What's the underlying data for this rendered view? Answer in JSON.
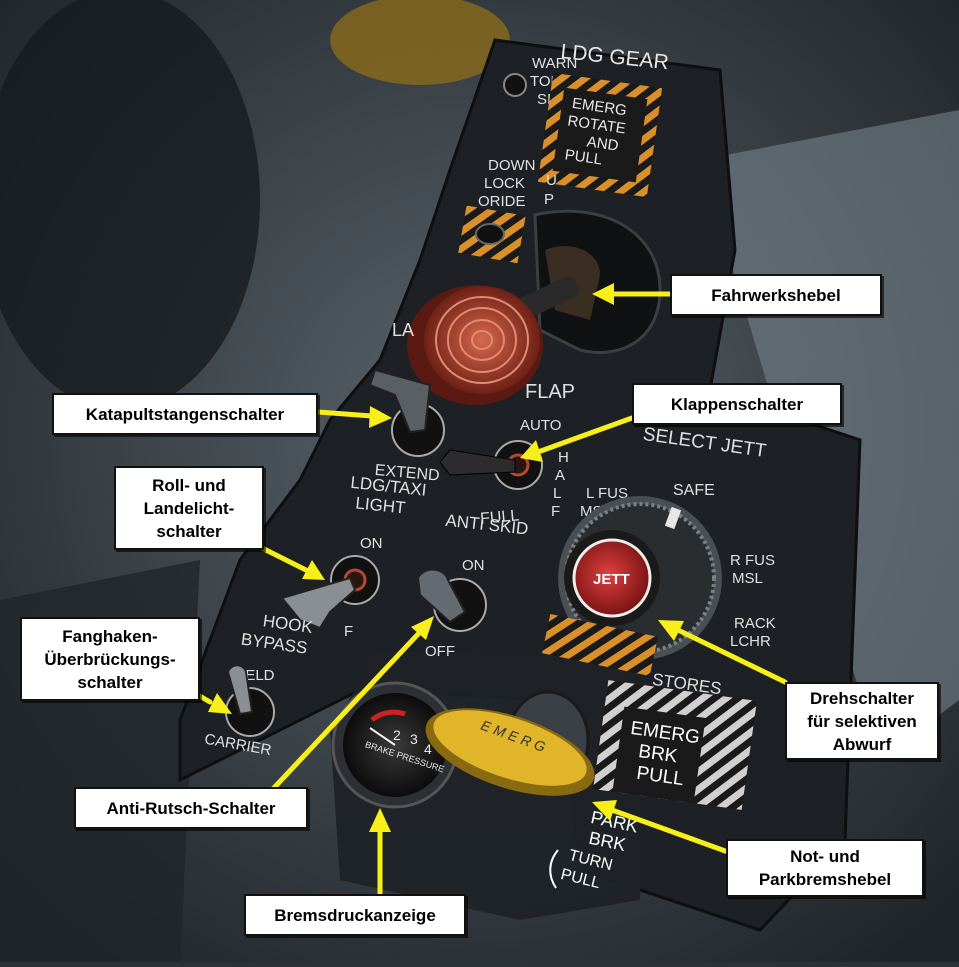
{
  "panel": {
    "title": "LDG GEAR",
    "warn_tone_sil": [
      "WARN",
      "TONE",
      "SIL"
    ],
    "emerg_rotate_pull": [
      "EMERG",
      "ROTATE",
      "AND",
      "PULL"
    ],
    "down_lock_oride": [
      "DOWN",
      "LOCK",
      "ORIDE"
    ],
    "up": [
      "U",
      "P"
    ],
    "launch_bar_partial": "LA",
    "extend": "EXTEND",
    "flap": "FLAP",
    "flap_auto": "AUTO",
    "flap_half": [
      "H",
      "A",
      "L",
      "F"
    ],
    "flap_full": "FULL",
    "ldg_taxi_light": [
      "LDG/TAXI",
      "LIGHT"
    ],
    "light_on": "ON",
    "light_off_partial": "F",
    "anti_skid": "ANTI SKID",
    "anti_skid_on": "ON",
    "anti_skid_off": "OFF",
    "select_jett": "SELECT JETT",
    "safe": "SAFE",
    "l_fus_msl": [
      "L FUS",
      "MSL"
    ],
    "r_fus_msl": [
      "R FUS",
      "MSL"
    ],
    "rack_lchr": [
      "RACK",
      "LCHR"
    ],
    "stores": "STORES",
    "jett_button": "JETT",
    "hook_bypass": [
      "HOOK",
      "BYPASS"
    ],
    "field": "FIELD",
    "carrier": "CARRIER",
    "brake_gauge_label": "BRAKE PRESSURE",
    "brake_gauge_ticks": [
      "2",
      "3",
      "4"
    ],
    "emerg_handle_text": "EMERG",
    "emerg_brk_pull": [
      "EMERG",
      "BRK",
      "PULL"
    ],
    "park_brk": [
      "PARK",
      "BRK"
    ],
    "turn_pull": [
      "TURN",
      "PULL"
    ]
  },
  "callouts": {
    "gear_handle": "Fahrwerkshebel",
    "launch_bar": "Katapultstangenschalter",
    "flap": "Klappenschalter",
    "lights": "Roll- und\nLandelicht-\nschalter",
    "hook_bypass": "Fanghaken-\nÜberbrückungs-\nschalter",
    "selective_jett": "Drehschalter\nfür selektiven\nAbwurf",
    "anti_skid": "Anti-Rutsch-Schalter",
    "brake_pressure": "Bremsdruckanzeige",
    "emergency_brake": "Not- und\nParkbremshebel"
  },
  "colors": {
    "arrow": "#f7ee1a",
    "callout_bg": "#ffffff",
    "panel": "#1d2024",
    "gear_handle": "#b0402c",
    "jett_button": "#c42a2a"
  }
}
